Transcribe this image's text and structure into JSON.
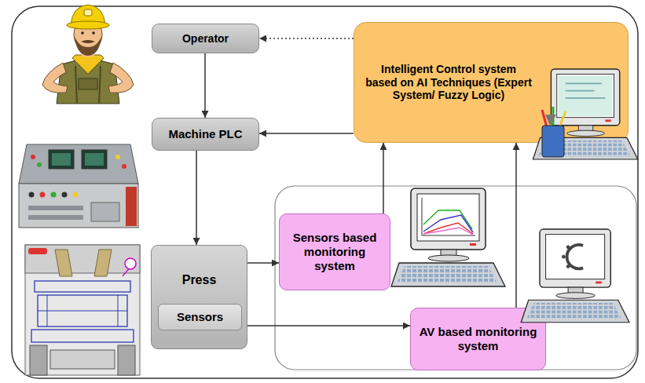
{
  "diagram": {
    "nodes": [
      {
        "text": [
          "Operator"
        ]
      },
      {
        "text": [
          "Intelligent Control system based on AI Techniques (Expert System/ Fuzzy Logic)"
        ]
      },
      {
        "text": [
          "Machine PLC"
        ]
      },
      {
        "text": [
          "Press"
        ]
      },
      {
        "text": [
          "Sensors"
        ],
        "in": 3
      },
      {
        "text": [
          "Sensors based monitoring system"
        ]
      },
      {
        "text": [
          "AV based monitoring system"
        ]
      }
    ],
    "edges": [
      {
        "from": 1,
        "to": 0,
        "arrow": "to"
      },
      {
        "from": 0,
        "to": 2,
        "arrow": "to"
      },
      {
        "from": 1,
        "to": 2,
        "arrow": "to"
      },
      {
        "from": 2,
        "to": 3,
        "arrow": "to"
      },
      {
        "from": 3,
        "to": 5,
        "arrow": "to"
      },
      {
        "from": 3,
        "to": 6,
        "arrow": "to"
      },
      {
        "from": 5,
        "to": 1,
        "arrow": "to"
      },
      {
        "from": 6,
        "to": 1,
        "arrow": "to"
      }
    ]
  }
}
